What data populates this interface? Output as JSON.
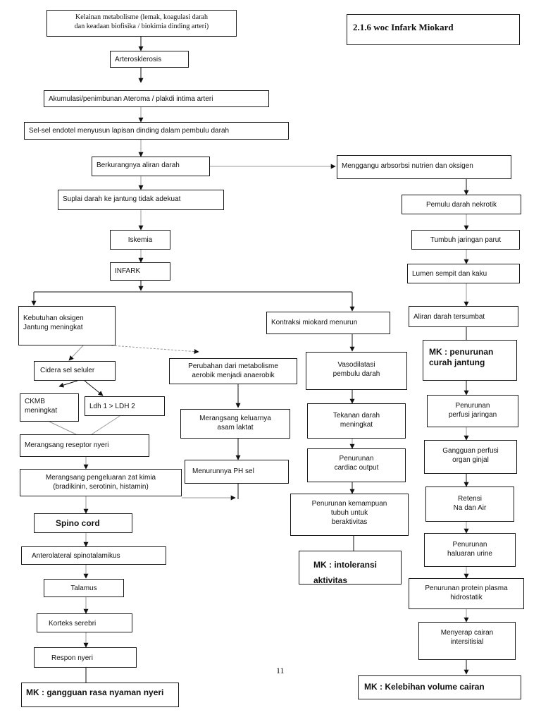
{
  "title": "2.1.6 woc Infark Miokard",
  "page_number": "11",
  "nodes": {
    "kelainan": "Kelainan metabolisme (lemak, koagulasi darah\ndan keadaan biofisika / biokimia dinding arteri)",
    "arterosklerosis": "Arterosklerosis",
    "akumulasi": "Akumulasi/penimbunan Ateroma / plakdi intima arteri",
    "selsel": "Sel-sel endotel menyusun lapisan  dinding dalam pembulu darah",
    "berkurangnya": "Berkurangnya aliran darah",
    "suplai": "Suplai darah ke jantung tidak adekuat",
    "iskemia": "Iskemia",
    "infark": "INFARK",
    "kebutuhan": "Kebutuhan oksigen\nJantung meningkat",
    "cidera": "Cidera sel seluler",
    "ckmb": "CKMB\nmeningkat",
    "ldh": "Ldh 1 > LDH 2",
    "reseptor": "Merangsang reseptor nyeri",
    "zatkimia": "Merangsang pengeluaran zat kimia\n(bradikinin, serotinin, histamin)",
    "spino": "Spino cord",
    "anterolateral": "Anterolateral spinotalamikus",
    "talamus": "Talamus",
    "korteks": "Korteks serebri",
    "respon": "Respon nyeri",
    "mk_nyeri": "MK : gangguan rasa nyaman nyeri",
    "perubahan": "Perubahan dari metabolisme\naerobik menjadi anaerobik",
    "laktat": "Merangsang keluarnya\nasam laktat",
    "ph": "Menurunnya PH sel",
    "kontraksi": "Kontraksi miokard menurun",
    "vasodilatasi": "Vasodilatasi\npembulu darah",
    "tekanan": "Tekanan darah\nmeningkat",
    "cardiac": "Penurunan\ncardiac output",
    "kemampuan": "Penurunan kemampuan\ntubuh untuk\nberaktivitas",
    "mk_intoleransi": "MK : intoleransi\naktivitas",
    "menggangu": "Menggangu arbsorbsi nutrien dan oksigen",
    "nekrotik": "Pemulu darah nekrotik",
    "parut": "Tumbuh jaringan parut",
    "lumen": "Lumen sempit dan kaku",
    "tersumbat": "Aliran darah tersumbat",
    "mk_curah": "MK : penurunan\ncurah jantung",
    "perfusi": "Penurunan\nperfusi jaringan",
    "ginjal": "Gangguan perfusi\norgan ginjal",
    "retensi": "Retensi\nNa dan Air",
    "haluaran": "Penurunan\nhaluaran urine",
    "protein": "Penurunan protein plasma\nhidrostatik",
    "menyerap": "Menyerap cairan\nintersitisial",
    "mk_volume": "MK : Kelebihan volume cairan"
  }
}
